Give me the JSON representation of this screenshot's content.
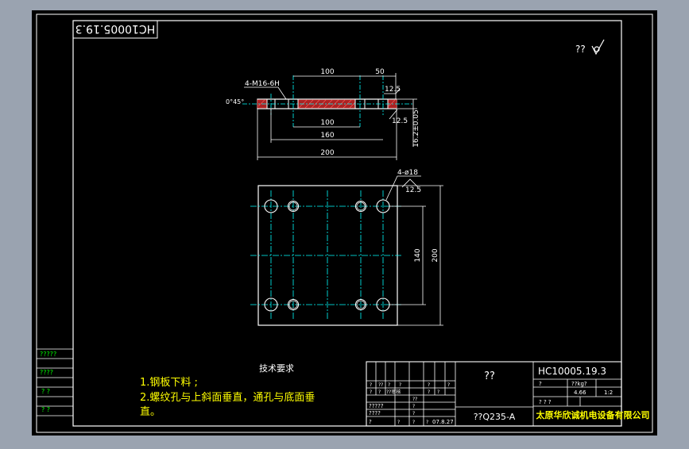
{
  "drawing": {
    "stamp_flipped": "HC10005.19.3",
    "roughness_mark": "?? ",
    "section_view": {
      "thread_note": "4-M16-6H",
      "dim_top_100": "100",
      "dim_top_50": "50",
      "chamfer": "0°45°",
      "roughness_top": "12.5",
      "roughness_side": "12.5",
      "dim_inner_100": "100",
      "dim_160": "160",
      "dim_200": "200",
      "thickness": "16.2±0.05"
    },
    "plan_view": {
      "hole_note": "4-ø18",
      "roughness": "12.5",
      "dim_140": "140",
      "dim_200": "200"
    },
    "tech_requirements": {
      "title": "技术要求",
      "item1": "1.钢板下料      ;",
      "item2": "2.螺纹孔与上斜面垂直，通孔与底面垂",
      "item2_cont": "直。"
    },
    "side_strip": {
      "cells": [
        "?????",
        "????",
        "?   ?",
        "?   ?"
      ]
    },
    "title_block": {
      "part_name": "??",
      "drawing_no": "HC10005.19.3",
      "scale_label": "??kg?",
      "scale_row_a": "?",
      "weight_val": "4.66",
      "scale_val": "1:2",
      "sheet_row": "?   ?   ?",
      "material": "??Q235-A",
      "company": "太原华欣诚机电设备有限公司",
      "date": "07.8.27",
      "grid_r1": [
        "?",
        "??",
        "?",
        "?",
        "?",
        "?"
      ],
      "grid_r2": [
        "?",
        "?",
        "?",
        "?",
        "??",
        "?",
        "?"
      ],
      "designer": "?????",
      "checker_label": "??审核",
      "sign_label": "????",
      "final_label": "?",
      "last_row": [
        "?",
        "?",
        "?"
      ]
    }
  },
  "colors": {
    "background": "#000000",
    "frame_gray": "#9aa3b0",
    "white": "#ffffff",
    "cyan": "#00ffff",
    "green": "#00ff00",
    "yellow": "#ffff00",
    "red_hatch": "#cc2222"
  }
}
